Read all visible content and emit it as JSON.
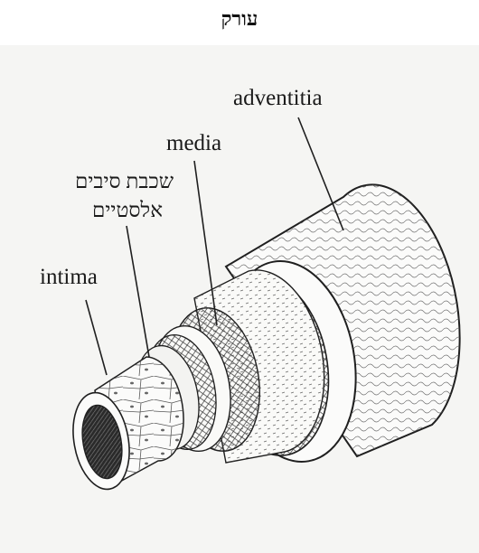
{
  "title": "עורק",
  "labels": {
    "adventitia": "adventitia",
    "media": "media",
    "elastic_line1": "שכבת סיבים",
    "elastic_line2": "אלסטיים",
    "intima": "intima"
  },
  "colors": {
    "paper": "#f4f4f2",
    "ink": "#1f1f1f",
    "layer_fill": "#fbfbfa"
  }
}
